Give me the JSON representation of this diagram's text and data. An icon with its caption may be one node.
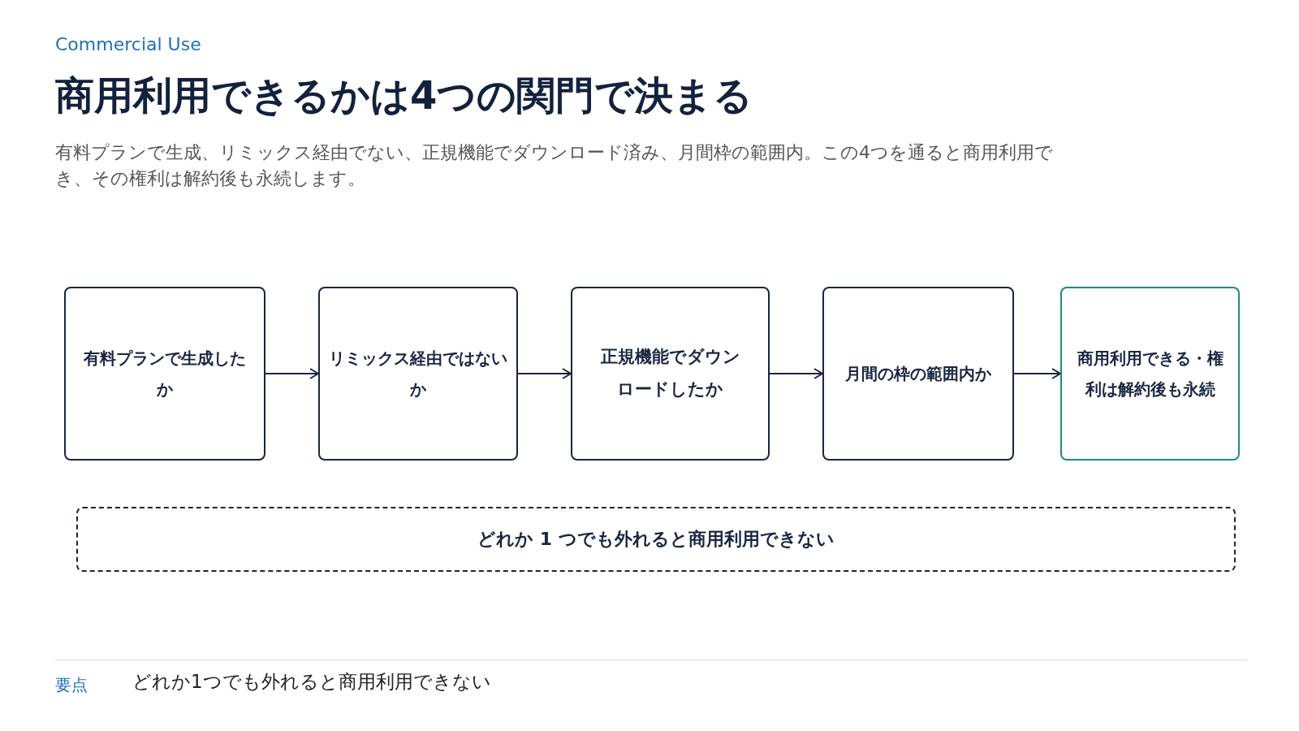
{
  "diagram": {
    "title": "商用利用できるかは4つの関門で決まる",
    "nodes": [
      {
        "text": [
          "有料プランで生成したか"
        ]
      },
      {
        "text": [
          "リミックス経由ではないか"
        ]
      },
      {
        "text": [
          "正規機能でダウンロードしたか"
        ]
      },
      {
        "text": [
          "月間の枠の範囲内か"
        ]
      },
      {
        "text": [
          "商用利用できる・権利は解約後も永続"
        ]
      },
      {
        "text": [
          "どれか 1 つでも外れると商用利用できない"
        ]
      }
    ],
    "edges": [
      {
        "from": 0,
        "to": 1,
        "arrow": "to"
      },
      {
        "from": 1,
        "to": 2,
        "arrow": "to"
      },
      {
        "from": 2,
        "to": 3,
        "arrow": "to"
      },
      {
        "from": 3,
        "to": 4,
        "arrow": "to"
      }
    ],
    "labels": [
      "Commercial Use",
      "有料プランで生成、リミックス経由でない、正規機能でダウンロード済み、月間枠の範囲内。この4つを通ると商用利用でき、その権利は解約後も永続します。",
      "要点",
      "どれか1つでも外れると商用利用できない"
    ]
  }
}
